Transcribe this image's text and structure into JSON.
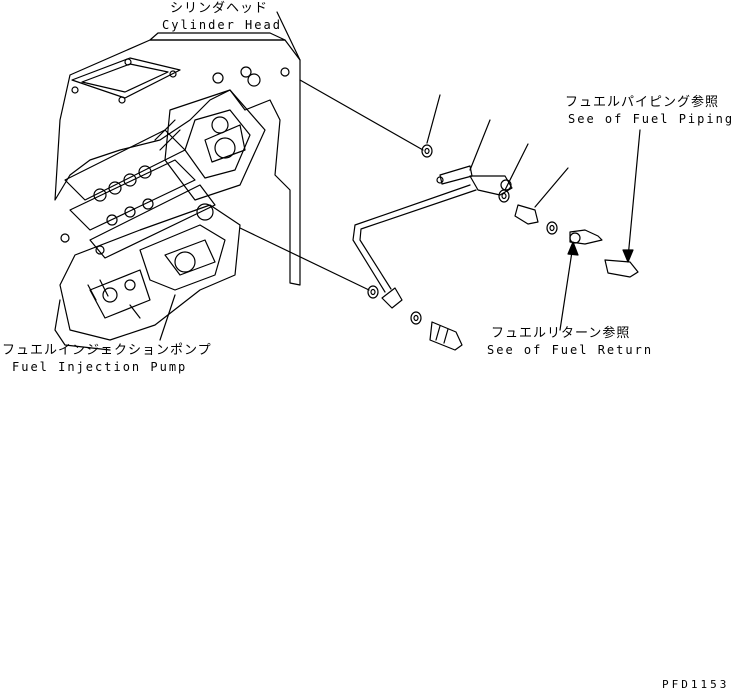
{
  "labels": {
    "cylinder_head_jp": "シリンダヘッド",
    "cylinder_head_en": "Cylinder Head",
    "fuel_piping_jp": "フュエルパイピング参照",
    "fuel_piping_en": "See of Fuel Piping",
    "fuel_return_jp": "フュエルリターン参照",
    "fuel_return_en": "See of Fuel Return",
    "injection_pump_jp": "フュエルインジェクションポンプ",
    "injection_pump_en": "Fuel Injection Pump",
    "drawing_code": "PFD1153"
  },
  "colors": {
    "line": "#000000",
    "background": "#ffffff"
  }
}
